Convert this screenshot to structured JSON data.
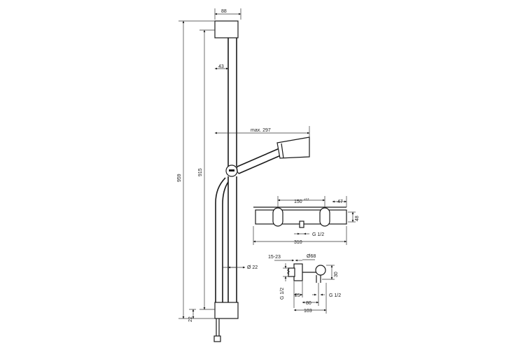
{
  "dimensions": {
    "rail_width": "88",
    "rail_offset": "43",
    "max_reach": "max. 297",
    "total_height": "959",
    "rail_height": "915",
    "base_height": "22",
    "rail_diameter": "Ø 22",
    "thermo_centers": "150",
    "thermo_tolerance": "±12",
    "thermo_depth": "47",
    "thermo_height": "48",
    "thermo_length": "310",
    "thermo_thread": "G 1/2",
    "outlet_range": "15-23",
    "outlet_diameter": "Ø68",
    "outlet_thread_left": "G 1/2",
    "outlet_thread_right": "G 1/2",
    "outlet_h": "30",
    "outlet_25": "25",
    "outlet_80": "80",
    "outlet_103": "103"
  }
}
